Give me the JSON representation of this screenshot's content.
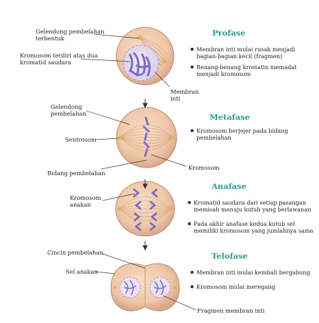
{
  "colors": {
    "cell_fill": "#f0c7a8",
    "cell_edge": "#b98a6c",
    "chromosome": "#7e6cc6",
    "spindle": "#c9a070",
    "centrosome": "#e0b060",
    "phase_title": "#2b9a8f",
    "arrow": "#333333"
  },
  "labels": {
    "gelendong_terbentuk": "Gelendong pembelahan\nterbentuk",
    "kromosom_dua_kromatid": "Kromosom terdiri atas dua\nkromatid saudara",
    "membran_inti": "Membran\ninti",
    "gelendong_pembelahan": "Gelendong\npembelahan",
    "sentrosom": "Sentrosom",
    "kromosom": "Kromosom",
    "bidang_pembelahan": "Bidang pembelahan",
    "kromosom_anakan": "Kromosom\nanakan",
    "cincin_pembelahan": "Cincin pembelahan",
    "sel_anakan": "Sel anakan",
    "fragmen_membran_inti": "Fragmen membran inti"
  },
  "phases": [
    {
      "title": "Profase",
      "notes": [
        "Membran inti mulai rusak menjadi bagian-bagian kecil (fragmen)",
        "Benang-benang kromatin memadat menjadi kromosom"
      ]
    },
    {
      "title": "Metafase",
      "notes": [
        "Kromosom berjejer pada bidang pembelahan"
      ]
    },
    {
      "title": "Anafase",
      "notes": [
        "Kromatid saudara dari setiap pasangan memisah menuju kutub yang berlawanan",
        "Pada akhir anafase kedua kutub sel memiliki kromosom yang jumlahnya sama"
      ]
    },
    {
      "title": "Telofase",
      "notes": [
        "Membran inti mulai kembali bergabung",
        "Kromosom mulai meregang"
      ]
    }
  ]
}
